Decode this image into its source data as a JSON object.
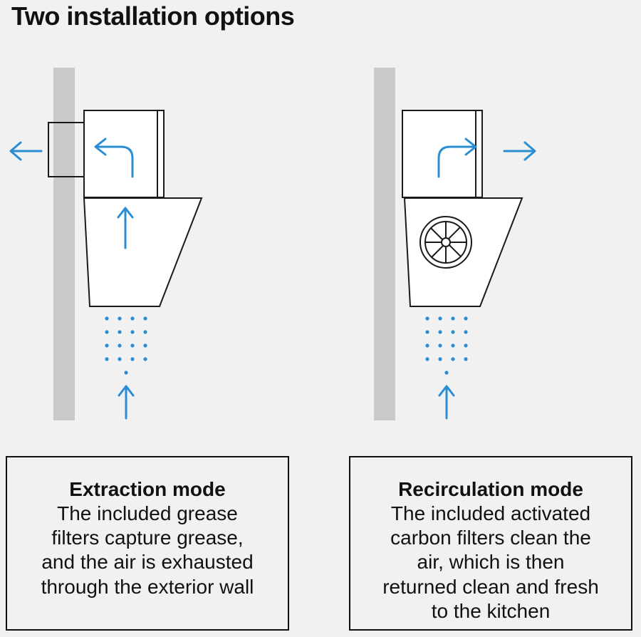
{
  "title": "Two installation options",
  "colors": {
    "accent": "#2a8dd4",
    "line": "#1a1a1a",
    "wall": "#c9c9c9",
    "background": "#f1f1f1"
  },
  "icons": {
    "left_airflow_out": "arrow-left-icon",
    "left_airflow_curve": "curved-arrow-left-icon",
    "right_airflow_out": "arrow-right-icon",
    "right_airflow_curve": "curved-arrow-right-icon",
    "up_arrow": "arrow-up-icon",
    "fan": "fan-icon",
    "dots": "airflow-dots-icon"
  },
  "panels": [
    {
      "id": "extraction",
      "heading": "Extraction mode",
      "body": "The included grease filters capture grease, and the air is exhausted through the exterior wall"
    },
    {
      "id": "recirculation",
      "heading": "Recirculation mode",
      "body": "The included activated carbon filters clean the air, which is then returned clean and fresh to the kitchen"
    }
  ]
}
